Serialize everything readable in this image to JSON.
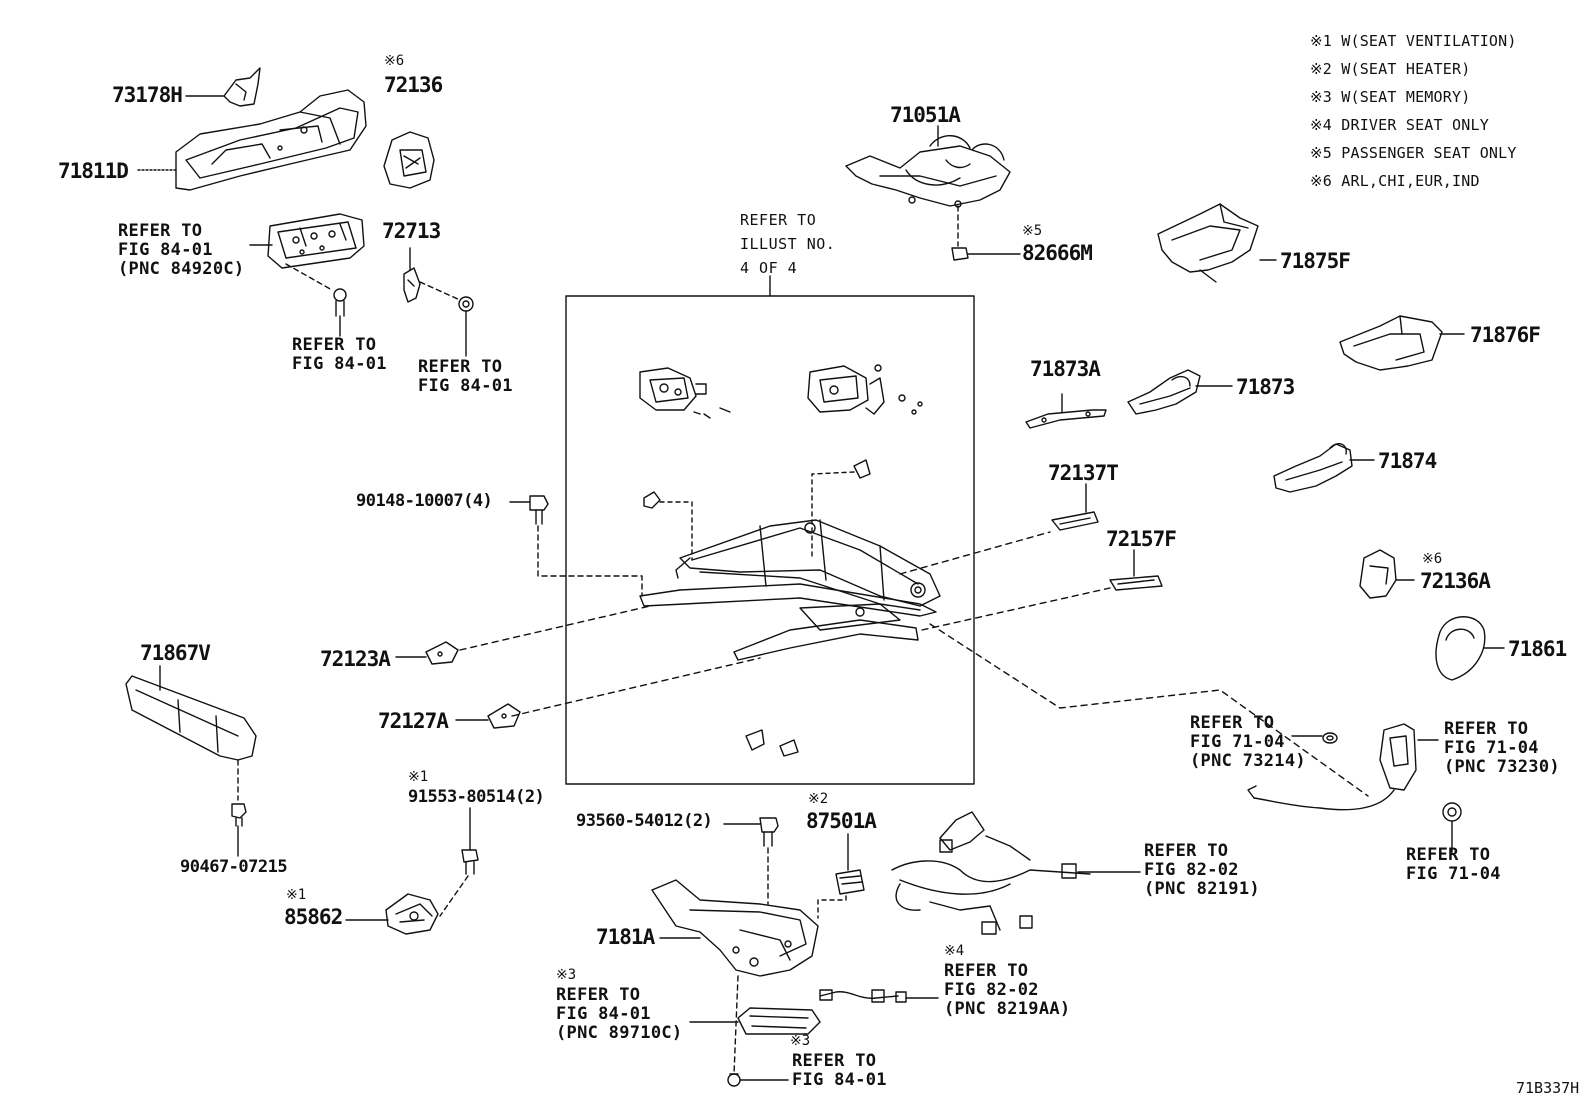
{
  "legend": [
    "※1  W(SEAT VENTILATION)",
    "※2  W(SEAT HEATER)",
    "※3  W(SEAT MEMORY)",
    "※4  DRIVER SEAT ONLY",
    "※5  PASSENGER SEAT ONLY",
    "※6 ARL,CHI,EUR,IND"
  ],
  "diagram_code": "71B337H",
  "refer_illust": [
    "REFER TO",
    "ILLUST NO.",
    "4 OF 4"
  ],
  "parts": {
    "p73178H": "73178H",
    "p71811D": "71811D",
    "p72136": "72136",
    "p72136_mark": "※6",
    "p72713": "72713",
    "p71051A": "71051A",
    "p82666M": "82666M",
    "p82666M_mark": "※5",
    "p71875F": "71875F",
    "p71876F": "71876F",
    "p71873A": "71873A",
    "p71873": "71873",
    "p71874": "71874",
    "p72137T": "72137T",
    "p72157F": "72157F",
    "p72136A": "72136A",
    "p72136A_mark": "※6",
    "p71861": "71861",
    "p90148": "90148-10007(4)",
    "p72123A": "72123A",
    "p72127A": "72127A",
    "p71867V": "71867V",
    "p90467": "90467-07215",
    "p91553": "91553-80514(2)",
    "p91553_mark": "※1",
    "p85862": "85862",
    "p85862_mark": "※1",
    "p93560": "93560-54012(2)",
    "p87501A": "87501A",
    "p87501A_mark": "※2",
    "p7181A": "7181A"
  },
  "refs": {
    "r_84920C": [
      "REFER TO",
      "FIG 84-01",
      "(PNC 84920C)"
    ],
    "r_bolt1": [
      "REFER TO",
      "FIG 84-01"
    ],
    "r_bolt2": [
      "REFER TO",
      "FIG 84-01"
    ],
    "r_73214": [
      "REFER TO",
      "FIG 71-04",
      "(PNC 73214)"
    ],
    "r_73230": [
      "REFER TO",
      "FIG 71-04",
      "(PNC 73230)"
    ],
    "r_7104": [
      "REFER TO",
      "FIG 71-04"
    ],
    "r_82191": [
      "REFER TO",
      "FIG 82-02",
      "(PNC 82191)"
    ],
    "r_8219AA_mark": "※4",
    "r_8219AA": [
      "REFER TO",
      "FIG 82-02",
      "(PNC 8219AA)"
    ],
    "r_89710C_mark": "※3",
    "r_89710C": [
      "REFER TO",
      "FIG 84-01",
      "(PNC 89710C)"
    ],
    "r_bottom_mark": "※3",
    "r_bottom": [
      "REFER TO",
      "FIG 84-01"
    ]
  }
}
